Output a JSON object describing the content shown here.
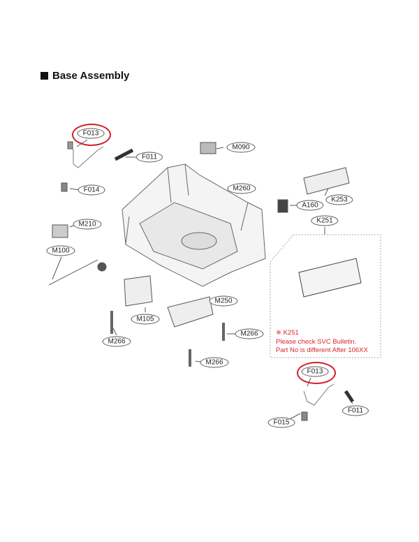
{
  "title": "Base Assembly",
  "parts": [
    {
      "id": "F013",
      "highlighted": true
    },
    {
      "id": "F011"
    },
    {
      "id": "M090"
    },
    {
      "id": "F014"
    },
    {
      "id": "M260"
    },
    {
      "id": "K253"
    },
    {
      "id": "A160"
    },
    {
      "id": "M210"
    },
    {
      "id": "K251"
    },
    {
      "id": "M100"
    },
    {
      "id": "M250"
    },
    {
      "id": "M105"
    },
    {
      "id": "M266"
    },
    {
      "id": "M266"
    },
    {
      "id": "M266"
    },
    {
      "id": "F013",
      "highlighted": true
    },
    {
      "id": "F011"
    },
    {
      "id": "F015"
    }
  ],
  "note": {
    "line1": "※ K251",
    "line2": "Please check SVC Bulletin.",
    "line3": "Part No is different After 106XX"
  },
  "colors": {
    "highlight": "#d21f26",
    "note": "#d7262f"
  }
}
